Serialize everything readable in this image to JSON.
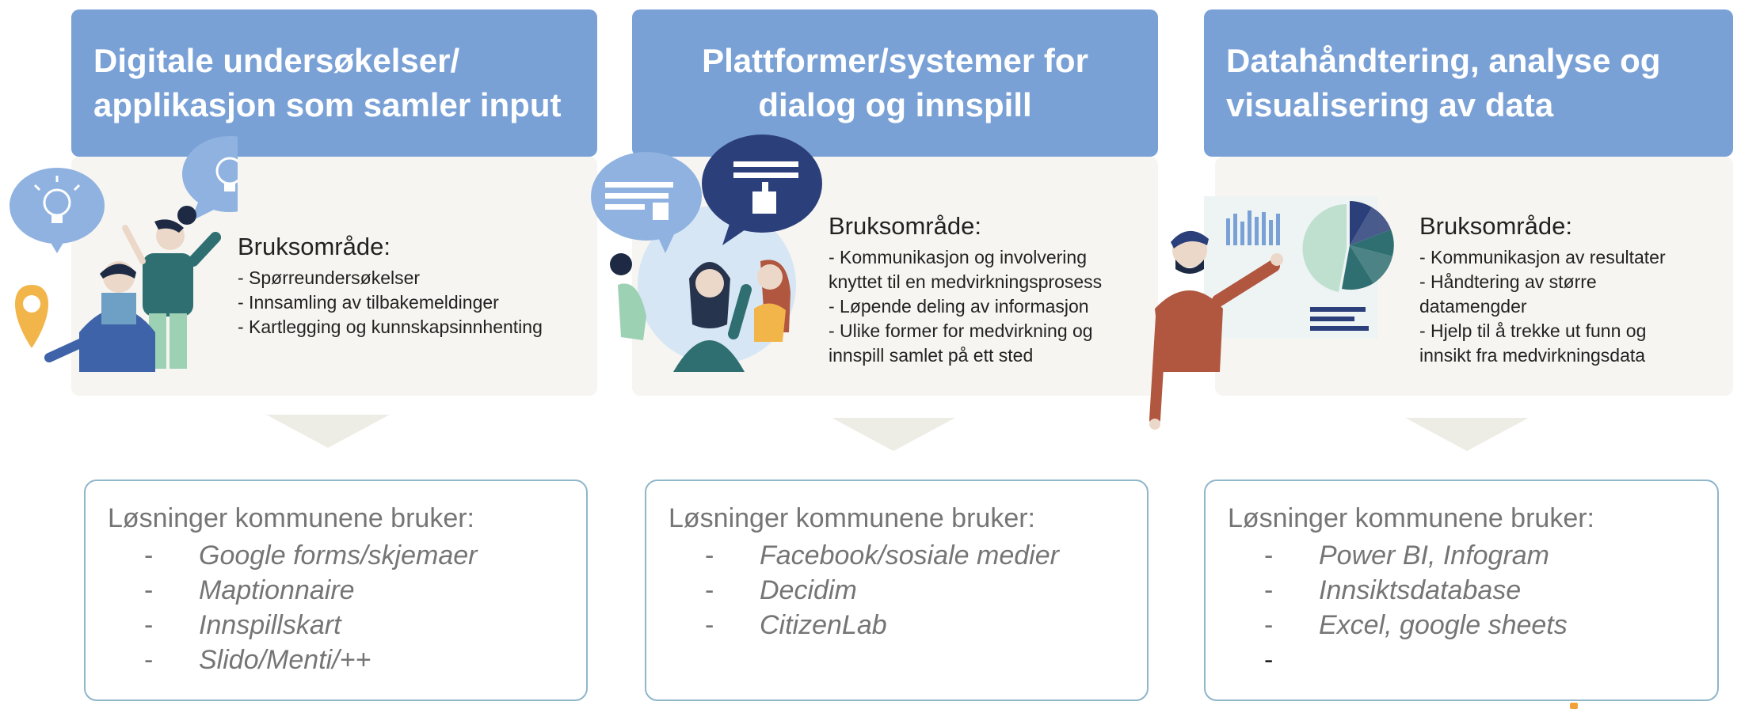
{
  "columns": [
    {
      "header_lines": [
        "Digitale undersøkelser/",
        "applikasjon som samler input"
      ],
      "usage_title": "Bruksområde:",
      "usage_items": [
        "- Spørreundersøkelser",
        "- Innsamling av tilbakemeldinger",
        "- Kartlegging og kunnskapsinnhenting"
      ],
      "solutions_title": "Løsninger kommunene bruker:",
      "solutions": [
        {
          "dash": "-",
          "text": "Google forms/skjemaer"
        },
        {
          "dash": "-",
          "text": "Maptionnaire"
        },
        {
          "dash": "-",
          "text": "Innspillskart"
        },
        {
          "dash": "-",
          "text": "Slido/Menti/++"
        }
      ]
    },
    {
      "header_lines": [
        "Plattformer/systemer for",
        "dialog og innspill"
      ],
      "usage_title": "Bruksområde:",
      "usage_items": [
        "- Kommunikasjon og involvering",
        "knyttet til en medvirkningsprosess",
        "- Løpende deling av informasjon",
        "- Ulike former for medvirkning og",
        "innspill samlet på ett sted"
      ],
      "solutions_title": "Løsninger kommunene bruker:",
      "solutions": [
        {
          "dash": "-",
          "text": "Facebook/sosiale medier"
        },
        {
          "dash": "-",
          "text": "Decidim"
        },
        {
          "dash": "-",
          "text": "CitizenLab"
        }
      ]
    },
    {
      "header_lines": [
        "Datahåndtering, analyse og",
        "visualisering av data"
      ],
      "usage_title": "Bruksområde:",
      "usage_items": [
        "- Kommunikasjon av resultater",
        "- Håndtering av større",
        "datamengder",
        "- Hjelp til å trekke ut funn og",
        "innsikt fra medvirkningsdata"
      ],
      "solutions_title": "Løsninger kommunene bruker:",
      "solutions": [
        {
          "dash": "-",
          "text": "Power BI, Infogram"
        },
        {
          "dash": "-",
          "text": "Innsiktsdatabase"
        },
        {
          "dash": "-",
          "text": "Excel, google sheets"
        },
        {
          "dash": "-",
          "text": ""
        }
      ]
    }
  ],
  "colors": {
    "header_blue": "#7aa1d6",
    "card_bg": "#f6f5f1",
    "box_border": "#8fb6c9",
    "navy": "#2b3f7a",
    "teal": "#2f6f72",
    "rust": "#b1573f"
  },
  "icons": [
    "lightbulb-icon",
    "location-pin-icon",
    "thumbs-up-icon",
    "thumbs-down-icon",
    "bar-chart-icon",
    "pie-chart-icon"
  ]
}
